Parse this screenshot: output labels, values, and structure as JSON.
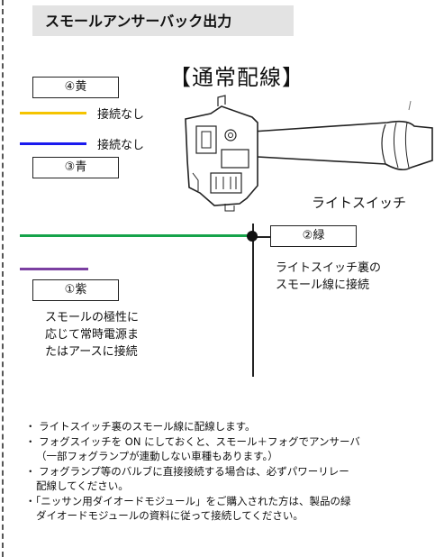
{
  "header": {
    "title": "スモールアンサーバック出力"
  },
  "diagram": {
    "title": "【通常配線】",
    "switch_label": "ライトスイッチ",
    "wires": [
      {
        "label": "④黄",
        "color": "#f5c400",
        "status": "接続なし"
      },
      {
        "label": "③青",
        "color": "#1a1aee",
        "status": "接続なし"
      },
      {
        "label": "②緑",
        "color": "#16a34a",
        "note_lines": [
          "ライトスイッチ裏の",
          "スモール線に接続"
        ]
      },
      {
        "label": "①紫",
        "color": "#7b3fa1",
        "note_lines": [
          "スモールの極性に",
          "応じて常時電源ま",
          "たはアースに接続"
        ]
      }
    ]
  },
  "notes": [
    "・ ライトスイッチ裏のスモール線に配線します。",
    "・ フォグスイッチを ON にしておくと、スモール＋フォグでアンサーバ",
    "（一部フォグランプが連動しない車種もあります。）",
    "・ フォグランプ等のバルブに直接接続する場合は、必ずパワーリレー",
    "配線してください。",
    "・「ニッサン用ダイオードモジュール」をご購入された方は、製品の緑",
    "ダイオードモジュールの資料に従って接続してください。"
  ]
}
